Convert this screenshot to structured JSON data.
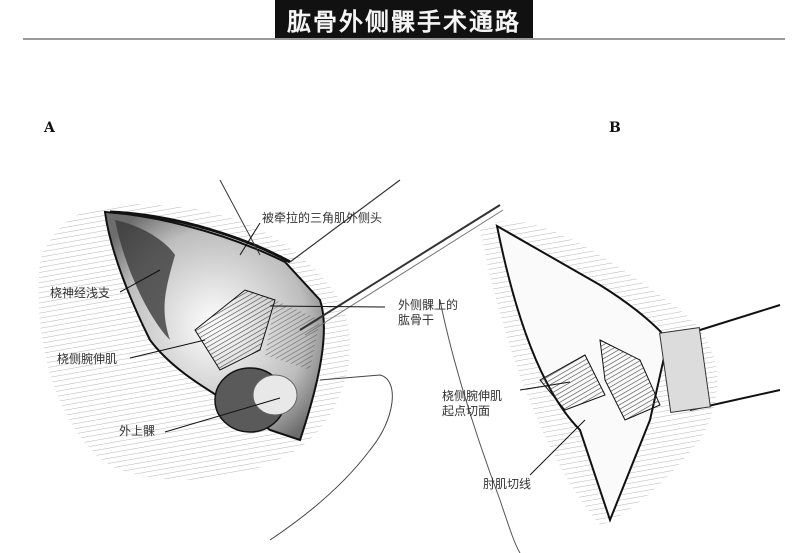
{
  "page": {
    "title": "肱骨外侧髁手术通路"
  },
  "figure": {
    "panels": [
      {
        "id": "A",
        "label": "A",
        "annotations": [
          {
            "text": "被牵拉的三角肌外侧头"
          },
          {
            "text": "桡神经浅支"
          },
          {
            "line1": "外侧髁上的",
            "line2": "肱骨干"
          },
          {
            "text": "桡侧腕伸肌"
          },
          {
            "text": "外上髁"
          }
        ]
      },
      {
        "id": "B",
        "label": "B",
        "annotations": [
          {
            "line1": "桡侧腕伸肌",
            "line2": "起点切面"
          },
          {
            "text": "肘肌切线"
          }
        ]
      }
    ]
  },
  "colors": {
    "title_bg": "#111111",
    "title_fg": "#f4f4f4",
    "rule": "#9a9a9a",
    "ink": "#222222"
  }
}
